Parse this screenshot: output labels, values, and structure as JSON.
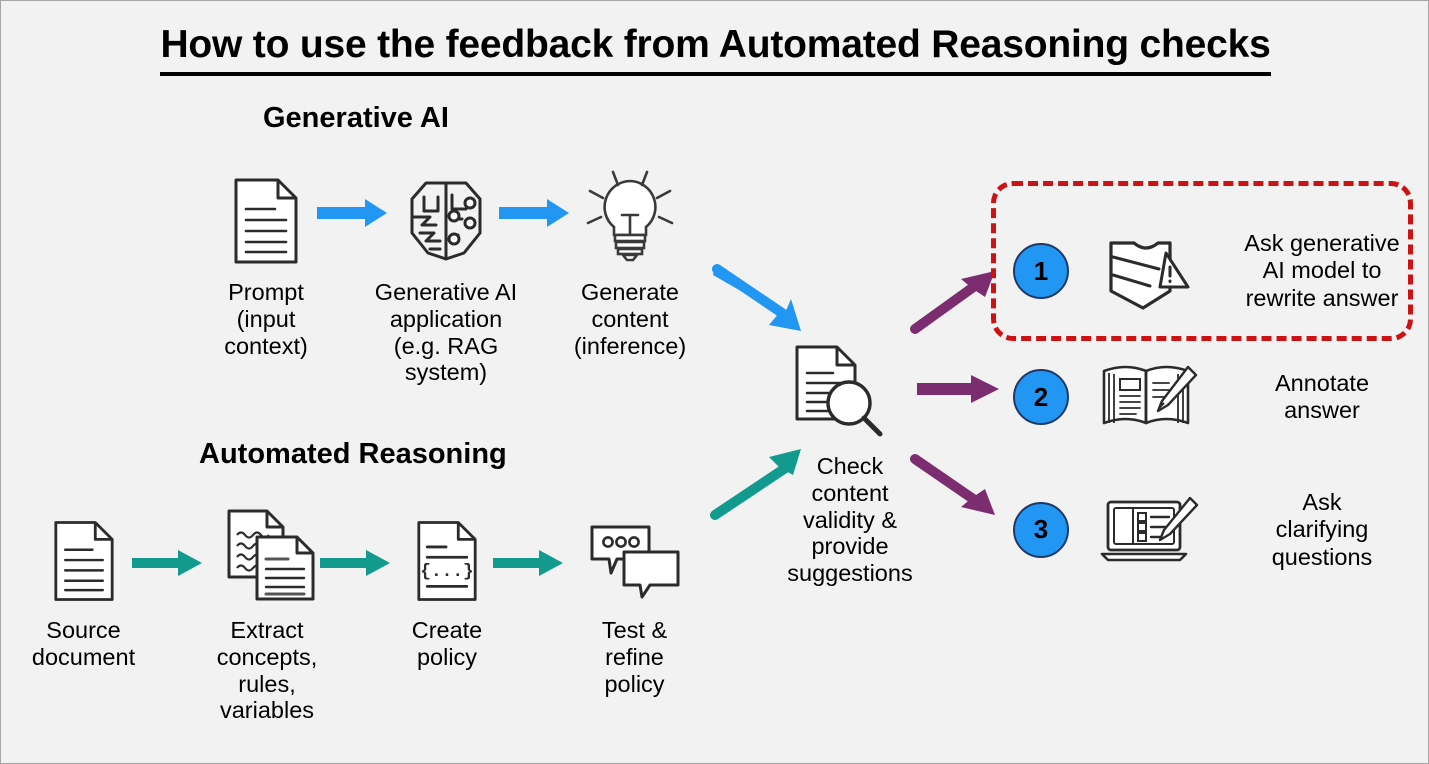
{
  "slide": {
    "title": "How to use the feedback from Automated Reasoning checks",
    "background_color": "#f2f2f2",
    "border_color": "#a6a6a6"
  },
  "colors": {
    "blue_arrow": "#2196f3",
    "teal_arrow": "#119a8d",
    "purple_arrow": "#7b2d70",
    "red_dashed": "#cc1212",
    "badge_fill": "#2196f3",
    "badge_stroke": "#1f3864",
    "icon_stroke": "#2b2b2b"
  },
  "sections": [
    {
      "id": "genai",
      "heading": "Generative AI"
    },
    {
      "id": "autoreason",
      "heading": "Automated Reasoning"
    }
  ],
  "genai_flow": {
    "nodes": [
      {
        "icon": "document-icon",
        "caption": "Prompt\n(input\ncontext)"
      },
      {
        "icon": "brain-chip-icon",
        "caption": "Generative AI\napplication\n(e.g. RAG\nsystem)"
      },
      {
        "icon": "lightbulb-icon",
        "caption": "Generate\ncontent\n(inference)"
      }
    ],
    "arrow_color": "#2196f3",
    "arrow_count": 2
  },
  "autoreason_flow": {
    "nodes": [
      {
        "icon": "document-icon",
        "caption": "Source\ndocument"
      },
      {
        "icon": "two-documents-icon",
        "caption": "Extract\nconcepts,\nrules,\nvariables"
      },
      {
        "icon": "policy-code-icon",
        "caption": "Create\npolicy"
      },
      {
        "icon": "chat-bubbles-icon",
        "caption": "Test &\nrefine\npolicy"
      }
    ],
    "arrow_color": "#119a8d",
    "arrow_count": 3
  },
  "checker": {
    "icon": "document-magnifier-icon",
    "caption": "Check\ncontent\nvalidity &\nprovide\nsuggestions"
  },
  "steps": [
    {
      "number": "1",
      "icon": "shield-alert-icon",
      "label": "Ask generative\nAI model to\nrewrite answer",
      "highlighted": true
    },
    {
      "number": "2",
      "icon": "book-pencil-icon",
      "label": "Annotate\nanswer",
      "highlighted": false
    },
    {
      "number": "3",
      "icon": "laptop-pencil-icon",
      "label": "Ask\nclarifying\nquestions",
      "highlighted": false
    }
  ]
}
